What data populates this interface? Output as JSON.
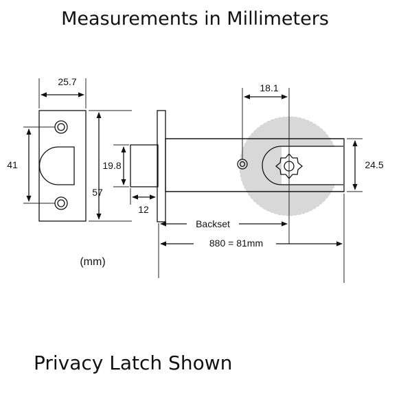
{
  "title": "Measurements in Millimeters",
  "footer": "Privacy Latch Shown",
  "unit_note": "(mm)",
  "dimensions": {
    "faceplate_width": "25.7",
    "screw_spacing": "41",
    "faceplate_height": "57",
    "latch_bolt_height": "19.8",
    "latch_projection": "12",
    "spindle_offset": "18.1",
    "housing_height": "24.5",
    "backset_label": "Backset",
    "backset_value": "880 = 81mm"
  }
}
